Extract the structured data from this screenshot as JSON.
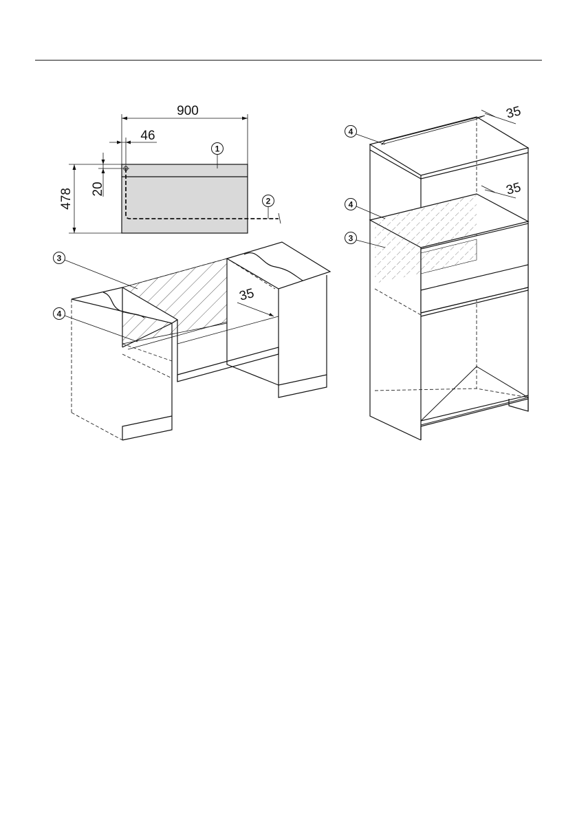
{
  "dimensions": {
    "width_900": "900",
    "offset_46": "46",
    "height_478": "478",
    "offset_20": "20",
    "gap_35_base": "35",
    "gap_35_tall_top": "35",
    "gap_35_tall_mid": "35"
  },
  "callouts": {
    "c1": "1",
    "c2": "2",
    "c3_base": "3",
    "c4_base": "4",
    "c4_tall_top": "4",
    "c4_tall_mid": "4",
    "c3_tall": "3"
  },
  "colors": {
    "line": "#111111",
    "panel_fill": "#d9d9d9",
    "hatch": "#555555"
  }
}
